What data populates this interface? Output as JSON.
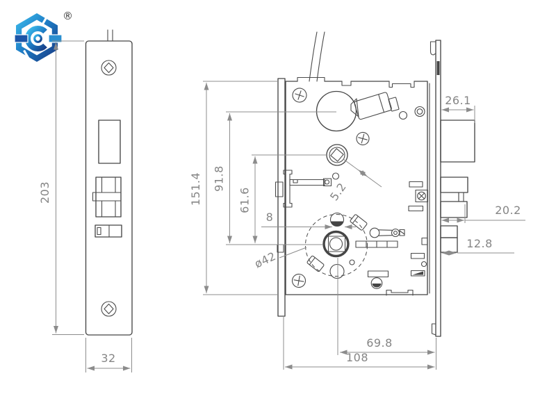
{
  "brand": {
    "registered_mark": "®",
    "logo_color_light": "#3FC0EE",
    "logo_color_dark": "#16357E"
  },
  "drawing": {
    "line_color": "#454545",
    "dimension_color": "#8c8c8c",
    "faceplate_view": {
      "height": "203",
      "width": "32"
    },
    "body_view": {
      "case_height": "151.4",
      "hub_center_height": "91.8",
      "spindle_center_height": "61.6",
      "top_hole_width": "8",
      "spindle_detail": "5.2",
      "cylinder_diameter": "ø42"
    },
    "side_view": {
      "hub_housing_width": "26.1",
      "latch_projection": "20.2",
      "deadbolt_projection": "12.8",
      "cylinder_backset": "69.8",
      "overall_depth": "108"
    }
  }
}
